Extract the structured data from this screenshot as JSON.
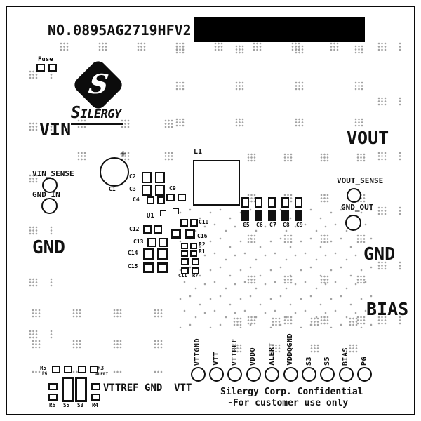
{
  "title": "NO.0895AG2719HFV2",
  "logo": {
    "letter": "S",
    "rest": "ILERGY"
  },
  "labels": {
    "fuse": "Fuse",
    "vin": "VIN",
    "vout": "VOUT",
    "gnd_left": "GND",
    "gnd_right": "GND",
    "bias": "BIAS",
    "vin_sense": "VIN_SENSE",
    "gnd_in": "GND_IN",
    "vout_sense": "VOUT_SENSE",
    "gnd_out": "GND_OUT",
    "plus": "+",
    "vttref_gnd_vtt": "VTTREF GND  VTT"
  },
  "components": {
    "c1": "C1",
    "c2": "C2",
    "c3": "C3",
    "c4": "C4",
    "c9_top": "C9",
    "l1": "L1",
    "bank": [
      "C5",
      "C6",
      "C7",
      "C8",
      "C9"
    ],
    "u1": "U1",
    "c12": "C12",
    "c13": "C13",
    "c14": "C14",
    "c15": "C15",
    "c10": "C10",
    "c16": "C16",
    "r2": "R2",
    "r1": "R1",
    "c11": "C11",
    "r7": "R7"
  },
  "testpoints": [
    "VTTGND",
    "VTT",
    "VTTREF",
    "VDDQ",
    "ALERT",
    "VDDQGND",
    "S3",
    "S5",
    "BIAS",
    "PG"
  ],
  "bottom_left": {
    "r5": "R5",
    "r3": "R3",
    "r6": "R6",
    "s5": "S5",
    "s3": "S3",
    "r4": "R4",
    "pg_small": "PG",
    "alert_small": "ALERT"
  },
  "footer": {
    "line1": "Silergy Corp. Confidential",
    "line2": "-For customer use only"
  },
  "colors": {
    "silk": "#111111",
    "via": "#9e9e9e",
    "redaction": "#000000"
  }
}
